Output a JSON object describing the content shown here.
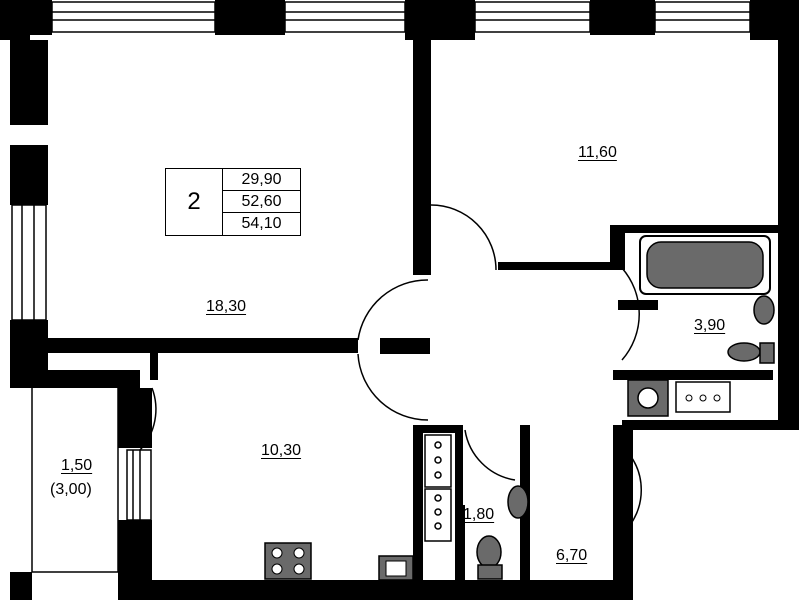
{
  "summary": {
    "rooms": "2",
    "area_living": "29,90",
    "area_total": "52,60",
    "area_with_balcony": "54,10"
  },
  "rooms": {
    "living_room": "18,30",
    "bedroom": "11,60",
    "kitchen": "10,30",
    "hall": "6,70",
    "bathroom": "3,90",
    "toilet": "1,80",
    "balcony": "1,50",
    "balcony_full": "(3,00)"
  },
  "colors": {
    "wall": "#000000",
    "fill": "#ffffff",
    "fixture": "#6a6a6a"
  }
}
